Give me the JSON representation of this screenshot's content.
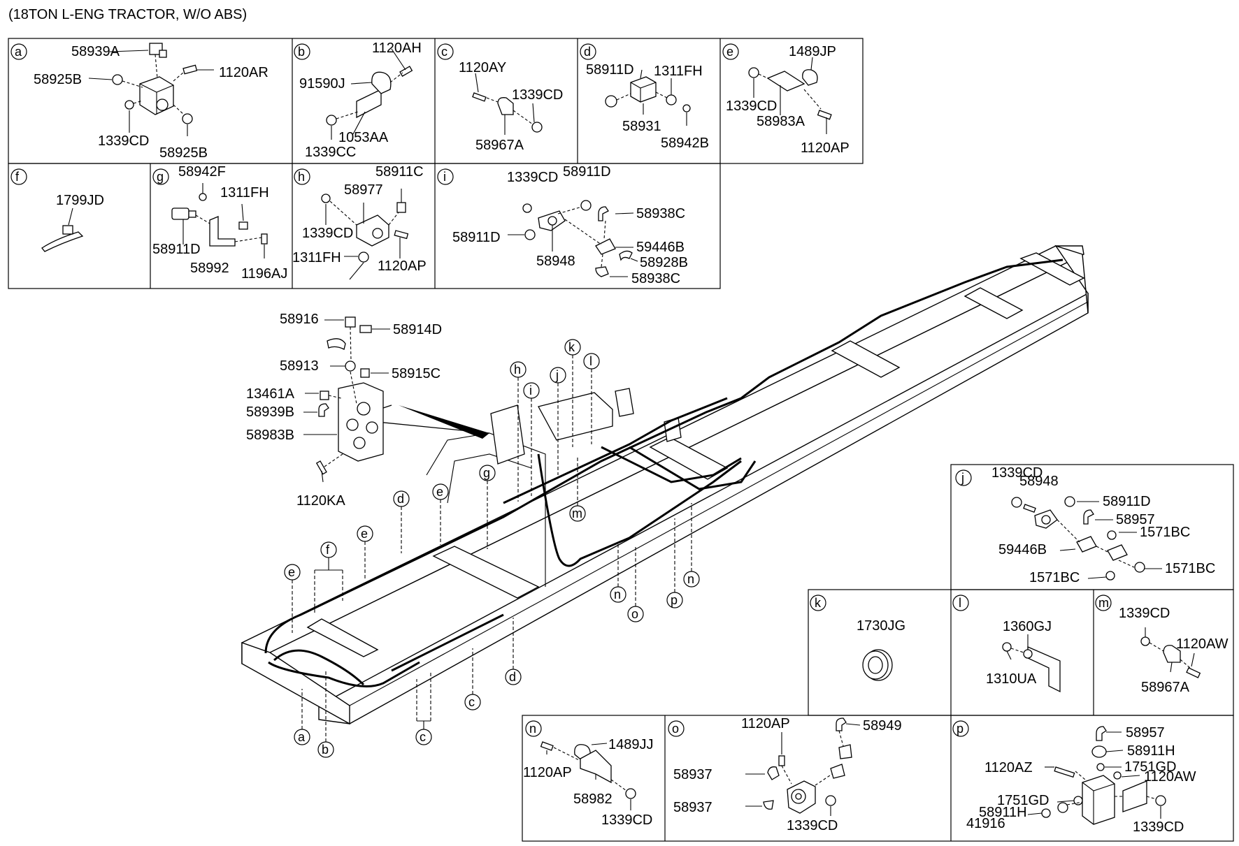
{
  "title": "(18TON  L-ENG TRACTOR, W/O ABS)",
  "panels": {
    "a": {
      "letter": "a",
      "labels": [
        "58939A",
        "58925B",
        "1120AR",
        "1339CD",
        "58925B"
      ]
    },
    "b": {
      "letter": "b",
      "labels": [
        "1120AH",
        "91590J",
        "1053AA",
        "1339CC"
      ]
    },
    "c": {
      "letter": "c",
      "labels": [
        "1120AY",
        "1339CD",
        "58967A"
      ]
    },
    "d": {
      "letter": "d",
      "labels": [
        "58911D",
        "1311FH",
        "58931",
        "58942B"
      ]
    },
    "e": {
      "letter": "e",
      "labels": [
        "1489JP",
        "1339CD",
        "58983A",
        "1120AP"
      ]
    },
    "f": {
      "letter": "f",
      "labels": [
        "1799JD"
      ]
    },
    "g": {
      "letter": "g",
      "labels": [
        "58942F",
        "1311FH",
        "58911D",
        "58992",
        "1196AJ"
      ]
    },
    "h": {
      "letter": "h",
      "labels": [
        "58911C",
        "58977",
        "1339CD",
        "1311FH",
        "1120AP"
      ]
    },
    "i": {
      "letter": "i",
      "labels": [
        "1339CD",
        "58911D",
        "58938C",
        "58911D",
        "58948",
        "59446B",
        "58928B",
        "58938C"
      ]
    },
    "j": {
      "letter": "j",
      "labels": [
        "1339CD",
        "58948",
        "58911D",
        "58957",
        "1571BC",
        "59446B",
        "1571BC",
        "1571BC"
      ]
    },
    "k": {
      "letter": "k",
      "labels": [
        "1730JG"
      ]
    },
    "l": {
      "letter": "l",
      "labels": [
        "1360GJ",
        "1310UA"
      ]
    },
    "m": {
      "letter": "m",
      "labels": [
        "1339CD",
        "1120AW",
        "58967A"
      ]
    },
    "n": {
      "letter": "n",
      "labels": [
        "1489JJ",
        "1120AP",
        "58982",
        "1339CD"
      ]
    },
    "o": {
      "letter": "o",
      "labels": [
        "1120AP",
        "58949",
        "58937",
        "58937",
        "1339CD"
      ]
    },
    "p": {
      "letter": "p",
      "labels": [
        "58957",
        "58911H",
        "1120AZ",
        "1751GD",
        "1120AW",
        "1751GD",
        "58911H",
        "41916",
        "1339CD"
      ]
    }
  },
  "main": {
    "labels": [
      "58916",
      "58914D",
      "58913",
      "58915C",
      "13461A",
      "58939B",
      "58983B",
      "1120KA"
    ],
    "callouts": [
      "h",
      "i",
      "j",
      "k",
      "l",
      "m",
      "g",
      "e",
      "d",
      "e",
      "f",
      "e",
      "a",
      "b",
      "c",
      "c",
      "d",
      "n",
      "o",
      "p",
      "n"
    ]
  }
}
